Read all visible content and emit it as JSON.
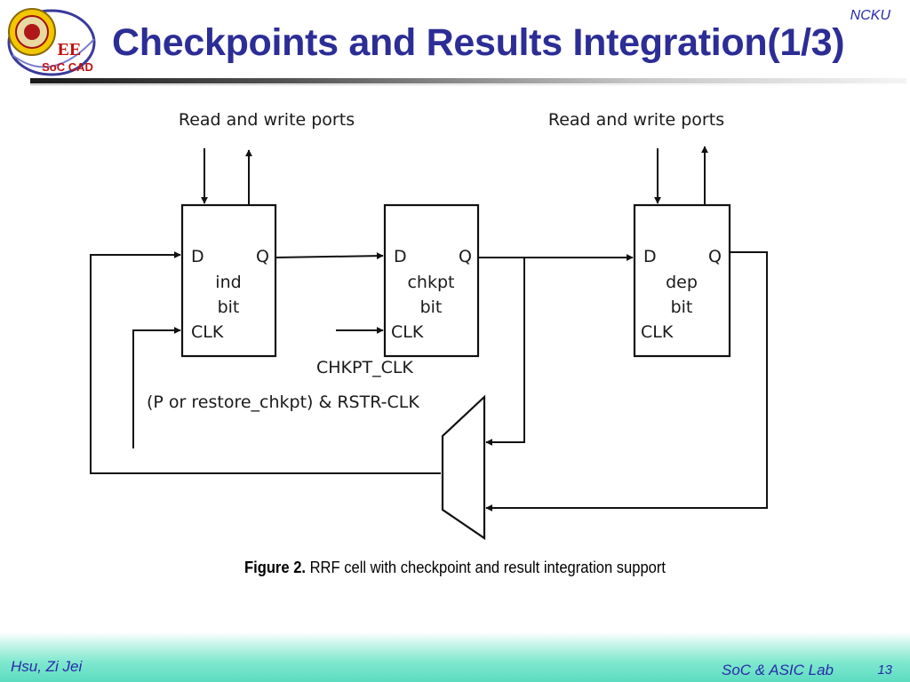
{
  "header": {
    "logo_text_top": "EE",
    "logo_text_bottom": "SoC CAD",
    "org": "NCKU",
    "title": "Checkpoints and Results Integration(1/3)"
  },
  "diagram": {
    "left_ports_label": "Read and write ports",
    "right_ports_label": "Read and write ports",
    "ind_cell": {
      "d": "D",
      "q": "Q",
      "name1": "ind",
      "name2": "bit",
      "clk": "CLK"
    },
    "chkpt_cell": {
      "d": "D",
      "q": "Q",
      "name1": "chkpt",
      "name2": "bit",
      "clk": "CLK"
    },
    "dep_cell": {
      "d": "D",
      "q": "Q",
      "name1": "dep",
      "name2": "bit",
      "clk": "CLK"
    },
    "chkpt_clk_label": "CHKPT_CLK",
    "restore_label": "(P or restore_chkpt) & RSTR-CLK"
  },
  "caption": {
    "prefix": "Figure 2.",
    "text": " RRF cell with checkpoint and result integration support"
  },
  "footer": {
    "author": "Hsu, Zi Jei",
    "lab": "SoC & ASIC Lab",
    "page": "13"
  },
  "colors": {
    "title": "#2c2d95",
    "footer_text": "#2a2aa8",
    "footer_band": "#5cdcc0"
  }
}
